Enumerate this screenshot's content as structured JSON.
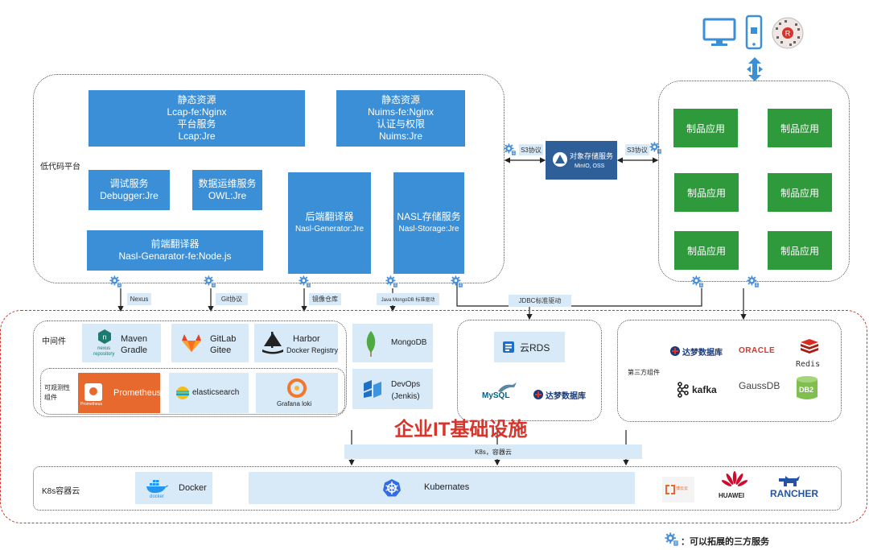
{
  "platform_label": "低代码平台",
  "lcap_boxes": {
    "static_lcap": {
      "line1": "静态资源",
      "line2": "Lcap-fe:Nginx",
      "line3": "平台服务",
      "line4": "Lcap:Jre"
    },
    "static_nuims": {
      "line1": "静态资源",
      "line2": "Nuims-fe:Nginx",
      "line3": "认证与权限",
      "line4": "Nuims:Jre"
    },
    "debugger": {
      "line1": "调试服务",
      "line2": "Debugger:Jre"
    },
    "owl": {
      "line1": "数据运维服务",
      "line2": "OWL:Jre"
    },
    "frontend": {
      "line1": "前端翻译器",
      "line2": "Nasl-Genarator-fe:Node.js"
    },
    "backend": {
      "line1": "后端翻译器",
      "line2": "Nasl-Generator:Jre"
    },
    "storage": {
      "line1": "NASL存储服务",
      "line2": "Nasl-Storage:Jre"
    }
  },
  "object_storage": {
    "title": "对象存储服务",
    "subtitle": "MinIO, OSS",
    "s3_left": "S3协议",
    "s3_right": "S3协议"
  },
  "product_app_label": "制品应用",
  "product_apps": [
    "制品应用",
    "制品应用",
    "制品应用",
    "制品应用",
    "制品应用",
    "制品应用"
  ],
  "connectors": {
    "nexus": "Nexus",
    "git": "Git协议",
    "mirror": "镜像仓库",
    "java_mongo": "Java MongoDB 标准驱动",
    "jdbc": "JDBC标准驱动",
    "k8s": "K8s，容器云"
  },
  "middleware": {
    "label": "中间件",
    "maven": {
      "title": "Maven",
      "subtitle": "Gradle",
      "logo_line1": "nexus",
      "logo_line2": "repository"
    },
    "gitlab": {
      "title": "GitLab",
      "subtitle": "Gitee"
    },
    "harbor": {
      "title": "Harbor",
      "subtitle": "Docker Registry"
    },
    "mongodb": {
      "title": "MongoDB"
    },
    "devops": {
      "title": "DevOps",
      "subtitle": "(Jenkis)"
    }
  },
  "observability": {
    "label_line1": "可观测性",
    "label_line2": "组件",
    "prometheus": "Prometheus",
    "prometheus_small": "Prometheus",
    "elasticsearch": "elasticsearch",
    "grafana": "Grafana loki"
  },
  "databases": {
    "rds": "云RDS",
    "mysql": "MySQL",
    "dameng": "达梦数据库"
  },
  "third_party": {
    "label": "第三方组件",
    "dameng": "达梦数据库",
    "oracle": "ORACLE",
    "redis": "Redis",
    "kafka": "kafka",
    "gaussdb": "GaussDB",
    "db2": "DB2"
  },
  "enterprise_title": "企业IT基础设施",
  "k8s_cloud": {
    "label": "K8s容器云",
    "docker": "Docker",
    "docker_logo": "docker",
    "kubernetes": "Kubernates",
    "huawei": "HUAWEI",
    "rancher": "RANCHER",
    "cloud_vendor": "博云云"
  },
  "legend": {
    "text": "：可以拓展的三方服务"
  },
  "colors": {
    "blue": "#3a8fd6",
    "green": "#2f9a3c",
    "light_blue": "#d8e9f8",
    "red_border": "#d9342b",
    "title_red": "#d9342b",
    "orange": "#e8692d"
  }
}
